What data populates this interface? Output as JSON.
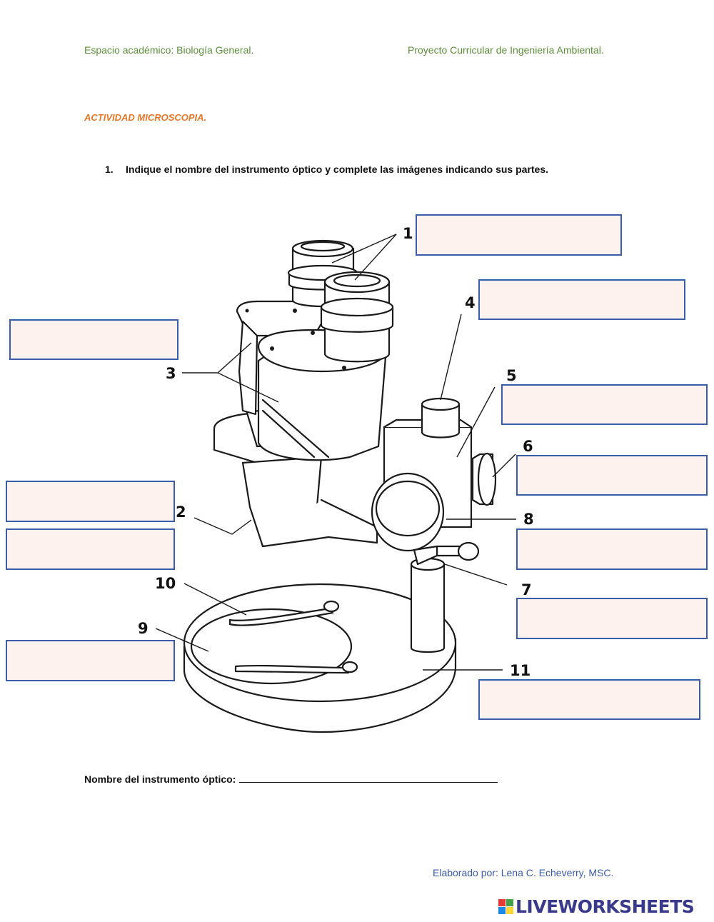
{
  "header": {
    "left": "Espacio académico: Biología General.",
    "right": "Proyecto Curricular de Ingeniería Ambiental."
  },
  "activity_title": "ACTIVIDAD MICROSCOPIA.",
  "question": {
    "number": "1.",
    "text": "Indique el nombre del instrumento óptico y complete las imágenes indicando sus partes."
  },
  "part_numbers": [
    "1",
    "2",
    "3",
    "4",
    "5",
    "6",
    "7",
    "8",
    "9",
    "10",
    "11"
  ],
  "answers": [
    "",
    "",
    "",
    "",
    "",
    "",
    "",
    "",
    "",
    "",
    ""
  ],
  "instrument_name": {
    "label": "Nombre del instrumento óptico:",
    "value": ""
  },
  "footer": {
    "author": "Elaborado por: Lena C. Echeverry, MSC.",
    "brand": "LIVEWORKSHEETS"
  },
  "colors": {
    "header": "#5b8f3a",
    "activity_title": "#e4782a",
    "box_fill": "#fdf2ee",
    "box_border": "#3b5ca8",
    "author": "#3b5ca8",
    "brand": "#3a3a8c",
    "logo_tiles": [
      "#e53935",
      "#43a047",
      "#1e88e5",
      "#fdd835"
    ]
  }
}
